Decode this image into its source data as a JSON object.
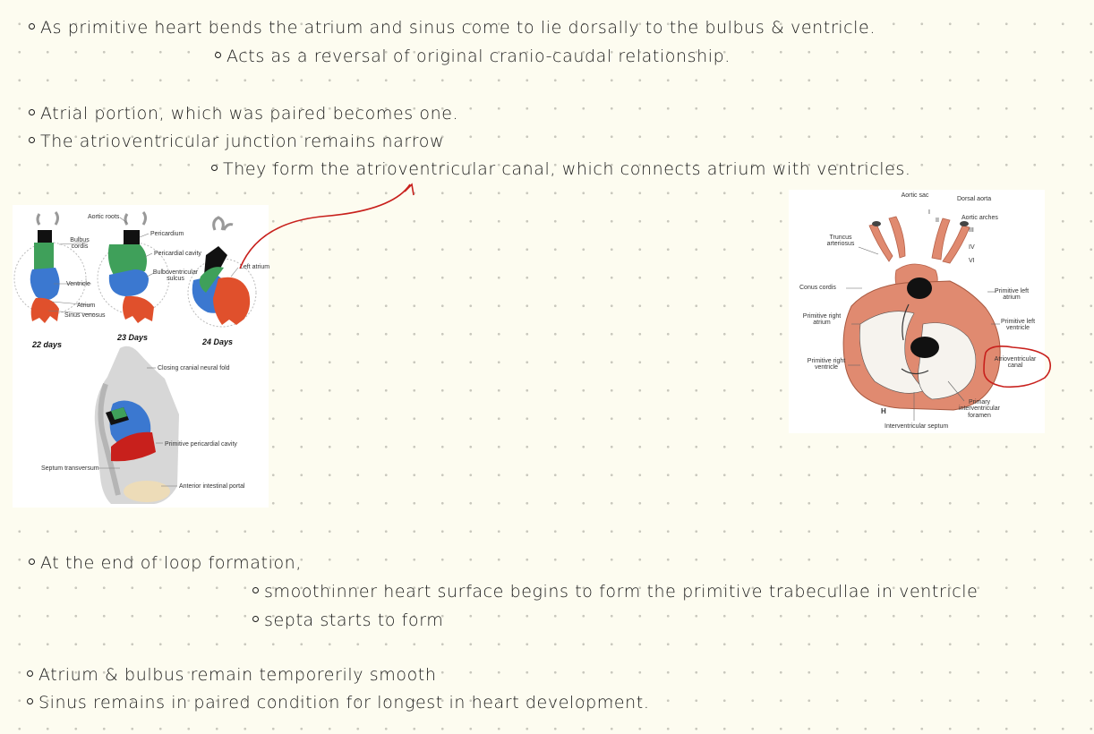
{
  "notes": {
    "line1": "As primitive heart bends the atrium and sinus come to lie dorsally to the bulbus & ventricle.",
    "line2": "Acts as a reversal of original cranio-caudal relationship.",
    "line3": "Atrial portion, which was paired becomes one.",
    "line4": "The atrioventricular junction remains narrow",
    "line5": "They form the atrioventricular canal, which connects atrium with ventricles.",
    "line6": "At the end of loop formation,",
    "line7": "smoothinner heart surface begins to form the primitive trabecullae in ventricle",
    "line8": "septa starts to form",
    "line9": "Atrium & bulbus remain temporerily smooth",
    "line10": "Sinus remains in paired condition for longest in heart development."
  },
  "figure_left": {
    "labels": {
      "aortic_roots": "Aortic roots",
      "bulbus_cordis": "Bulbus cordis",
      "ventricle": "Ventricle",
      "atrium": "Atrium",
      "sinus_venosus": "Sinus venosus",
      "pericardium": "Pericardium",
      "pericardial_cavity": "Pericardial cavity",
      "bulboventricular_sulcus": "Bulboventricular sulcus",
      "left_atrium": "Left atrium",
      "day22": "22 days",
      "day23": "23 Days",
      "day24": "24 Days",
      "closing_neural_fold": "Closing cranial neural fold",
      "primitive_pericardial_cavity": "Primitive pericardial cavity",
      "septum_transversum": "Septum transversum",
      "anterior_intestinal_portal": "Anterior intestinal portal"
    }
  },
  "figure_right": {
    "labels": {
      "aortic_sac": "Aortic sac",
      "dorsal_aorta": "Dorsal aorta",
      "aortic_arches": "Aortic arches",
      "arch_i": "I",
      "arch_ii": "II",
      "arch_iii": "III",
      "arch_iv": "IV",
      "arch_vi": "VI",
      "truncus_arteriosus": "Truncus arteriosus",
      "conus_cordis": "Conus cordis",
      "primitive_left_atrium": "Primitive left atrium",
      "primitive_right_atrium": "Primitive right atrium",
      "primitive_left_ventricle": "Primitive left ventricle",
      "atrioventricular_canal": "Atrioventricular canal",
      "primitive_right_ventricle": "Primitive right ventricle",
      "panel_letter": "H",
      "primary_foramen": "Primary interventricular foramen",
      "interventricular_septum": "Interventricular septum"
    }
  },
  "colors": {
    "paper": "#fdfcf0",
    "ink": "#1b1b1b",
    "annotation_red": "#c8201c",
    "bulbus_green": "#3fa05a",
    "ventricle_blue": "#3b78d0",
    "atrium_red": "#e0502c",
    "myocardium_salmon": "#e08a70"
  }
}
